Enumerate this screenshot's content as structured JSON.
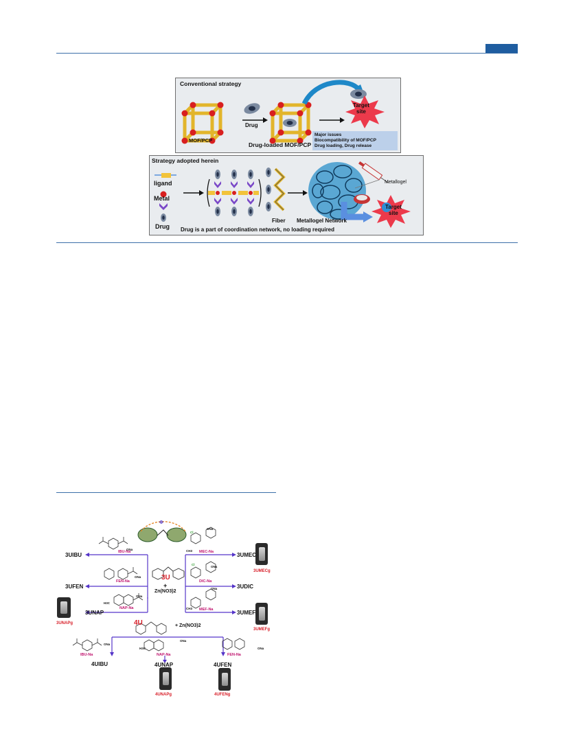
{
  "figure1": {
    "conventional": {
      "title": "Conventional strategy",
      "mof_label": "MOF/PCP",
      "drug_label": "Drug",
      "loaded_label": "Drug-loaded MOF/PCP",
      "target": [
        "Target",
        "site"
      ],
      "issues": [
        "Major issues",
        "Biocompatibility of MOF/PCP",
        "Drug loading, Drug release"
      ]
    },
    "adopted": {
      "title": "Strategy adopted herein",
      "ligand": "ligand",
      "metal": "Metal",
      "drug": "Drug",
      "fiber": "Fiber",
      "network": "Metallogel  Network",
      "metallogel": "Metallogel",
      "target": [
        "Target",
        "site"
      ],
      "caption": "Drug is a part of coordination network, no loading required"
    },
    "colors": {
      "ligand": "#f2c33a",
      "metal": "#d81f1f",
      "drug": "#7a48c8",
      "target": "#ec3a4b"
    }
  },
  "scheme": {
    "center_ligand": "3U",
    "center_reagent_plus": "+",
    "center_reagent": "Zn(NO3)2",
    "left": [
      {
        "drug": "IBU-Na",
        "product": "3UIBU"
      },
      {
        "drug": "FEN-Na",
        "product": "3UFEN"
      },
      {
        "drug": "NAP-Na",
        "product": "3UNAP",
        "gel": "3UNAPg"
      }
    ],
    "right": [
      {
        "drug": "MEC-Na",
        "product": "3UMEC",
        "gel": "3UMECg"
      },
      {
        "drug": "DIC-Na",
        "product": "3UDIC"
      },
      {
        "drug": "MEF-Na",
        "product": "3UMEF",
        "gel": "3UMEFg"
      }
    ],
    "bottom_ligand": "4U",
    "bottom_reagent": "+ Zn(NO3)2",
    "bottom": [
      {
        "drug": "IBU-Na",
        "product": "4UIBU"
      },
      {
        "drug": "NAP-Na",
        "product": "4UNAP",
        "gel": "4UNAPg"
      },
      {
        "drug": "FEN-Na",
        "product": "4UFEN",
        "gel": "4UFENg"
      }
    ],
    "ona": "ONa",
    "ch3": "CH3",
    "h3co": "H3C",
    "cl": "Cl",
    "h": "H",
    "phi": "Φ"
  }
}
